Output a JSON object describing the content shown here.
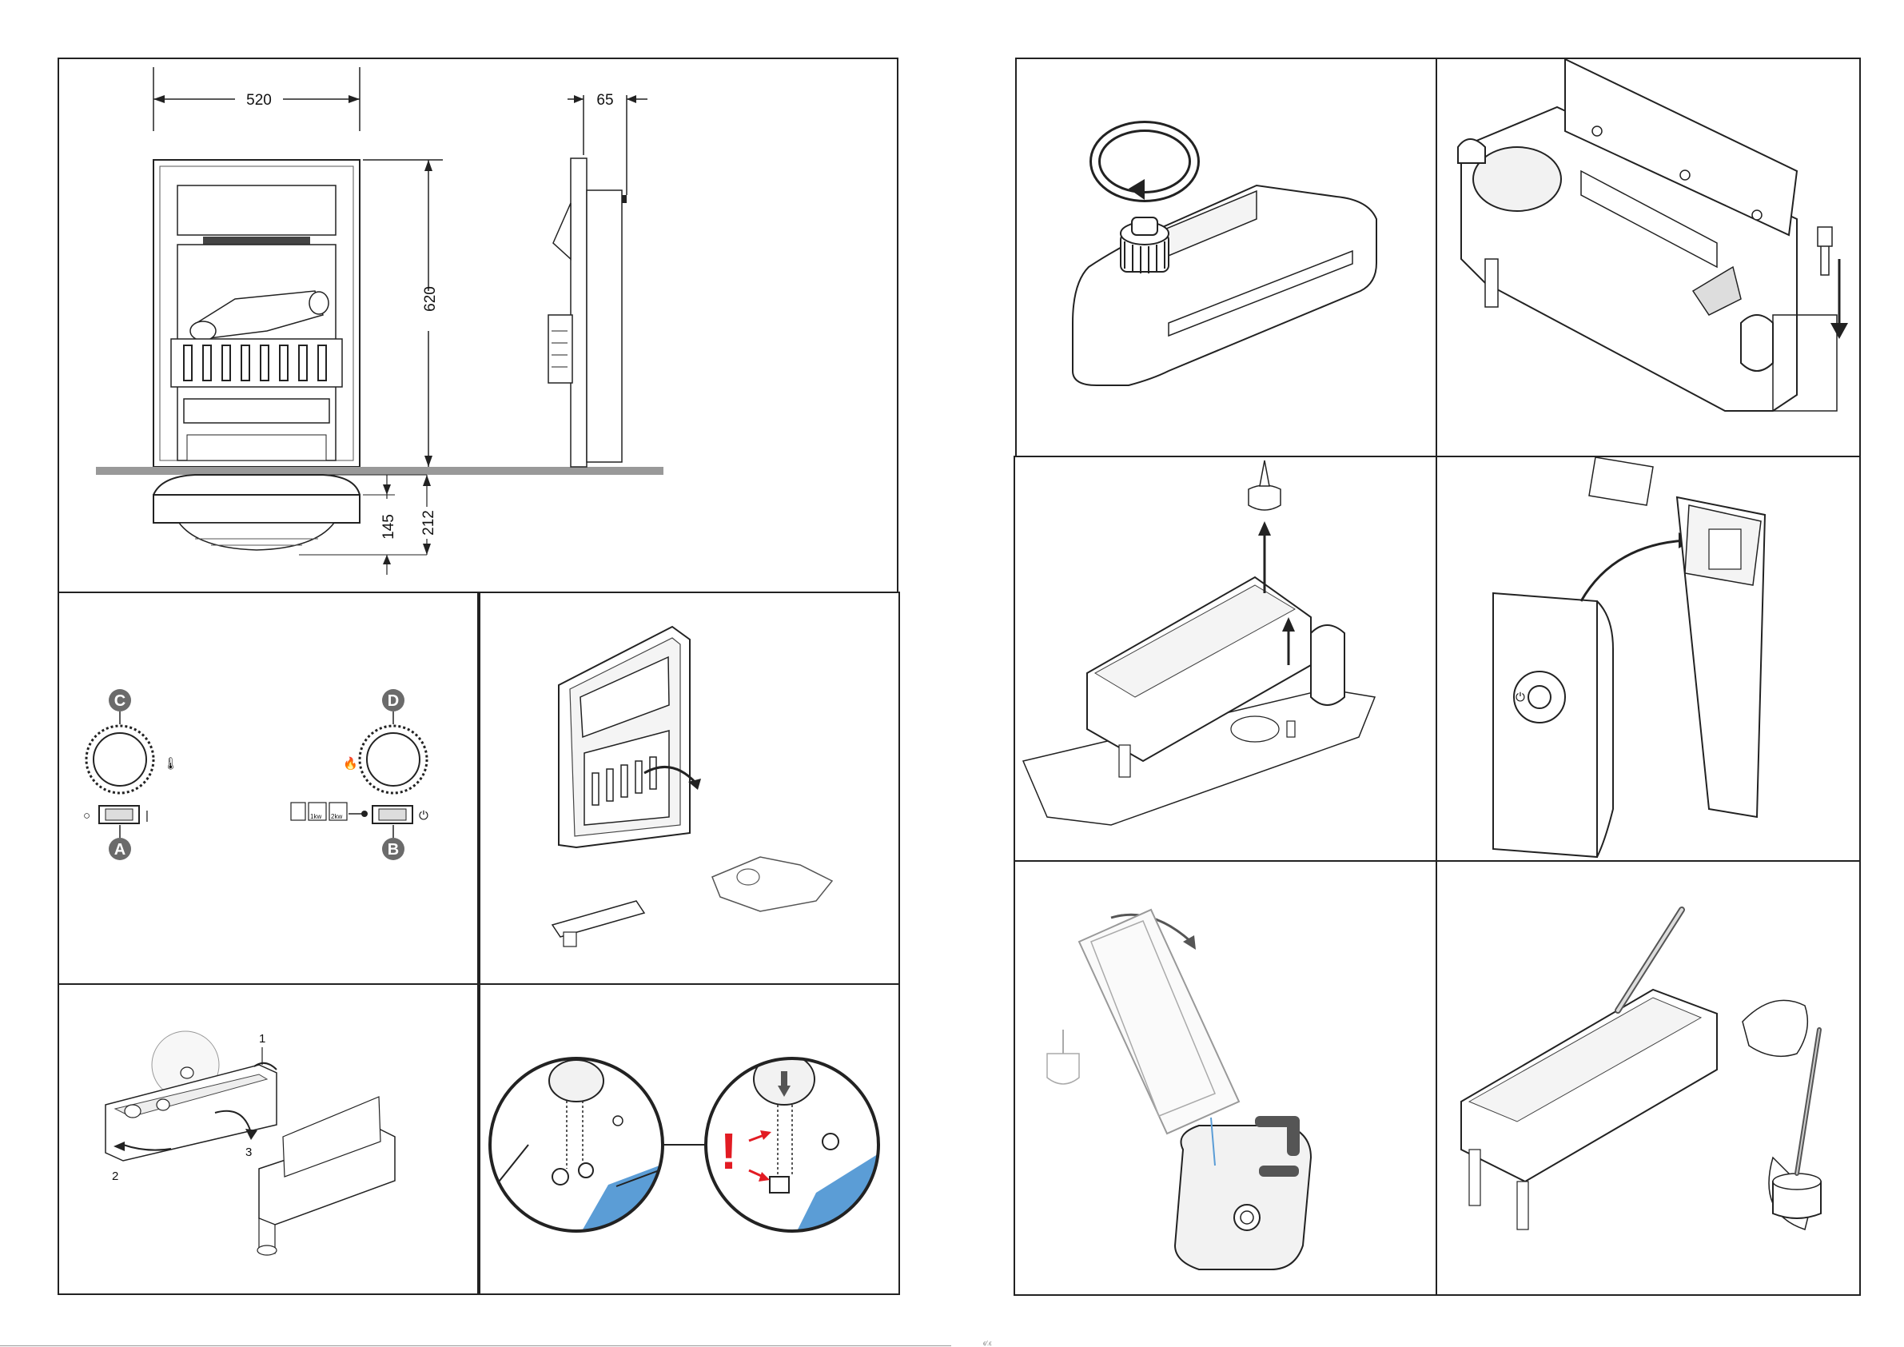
{
  "dimensions": {
    "width": "520",
    "depth": "65",
    "height": "620",
    "depth_top": "145",
    "depth_total": "212"
  },
  "controls": {
    "label_c": "C",
    "label_d": "D",
    "label_a": "A",
    "label_b": "B",
    "mode_1": "1kw",
    "mode_2": "2kw"
  },
  "steps": {
    "step_1": "1",
    "step_2": "2",
    "step_3": "3"
  },
  "warning": {
    "mark": "!"
  },
  "footer": {
    "mark": "ϵ⁄.ϵ"
  }
}
